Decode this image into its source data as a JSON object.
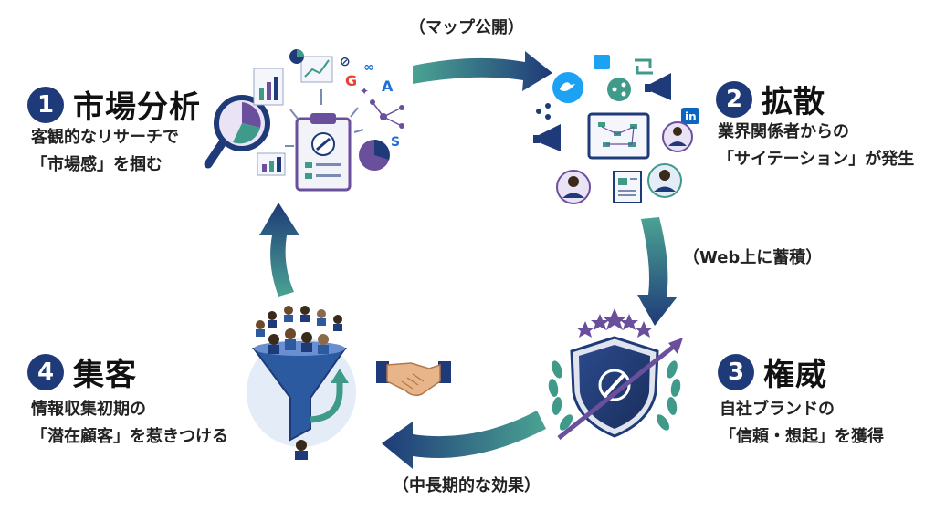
{
  "steps": [
    {
      "num": "1",
      "title": "市場分析",
      "desc1": "客観的なリサーチで",
      "desc2": "「市場感」を掴む"
    },
    {
      "num": "2",
      "title": "拡散",
      "desc1": "業界関係者からの",
      "desc2": "「サイテーション」が発生"
    },
    {
      "num": "3",
      "title": "権威",
      "desc1": "自社ブランドの",
      "desc2": "「信頼・想起」を獲得"
    },
    {
      "num": "4",
      "title": "集客",
      "desc1": "情報収集初期の",
      "desc2": "「潜在顧客」を惹きつける"
    }
  ],
  "flows": {
    "top": "（マップ公開）",
    "right": "（Web上に蓄積）",
    "bottom": "（中長期的な効果）"
  },
  "colors": {
    "navy": "#1f3a78",
    "teal": "#3f9a8a",
    "purple": "#6a4f9c",
    "blue": "#2c5aa0"
  }
}
